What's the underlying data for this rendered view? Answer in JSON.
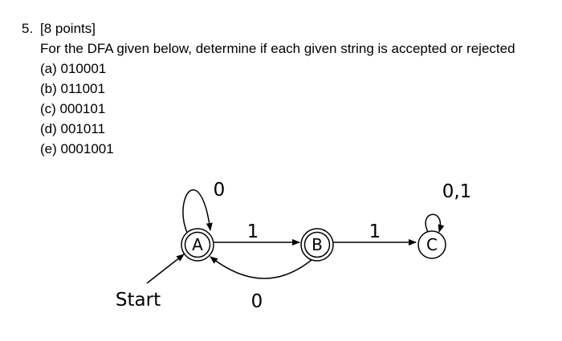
{
  "question": {
    "number": "5.",
    "points": "[8 points]",
    "prompt": "For the DFA given below, determine if each given string is accepted or rejected",
    "options": [
      {
        "label": "(a) 010001"
      },
      {
        "label": "(b) 011001"
      },
      {
        "label": "(c) 000101"
      },
      {
        "label": "(d) 001011"
      },
      {
        "label": "(e) 0001001"
      }
    ]
  },
  "dfa": {
    "start_label": "Start",
    "states": [
      {
        "name": "A",
        "accepting": true,
        "start": true
      },
      {
        "name": "B",
        "accepting": true,
        "start": false
      },
      {
        "name": "C",
        "accepting": false,
        "start": false
      }
    ],
    "transitions": [
      {
        "from": "A",
        "to": "A",
        "label": "0"
      },
      {
        "from": "A",
        "to": "B",
        "label": "1"
      },
      {
        "from": "B",
        "to": "A",
        "label": "0"
      },
      {
        "from": "B",
        "to": "C",
        "label": "1"
      },
      {
        "from": "C",
        "to": "C",
        "label": "0,1"
      }
    ]
  }
}
